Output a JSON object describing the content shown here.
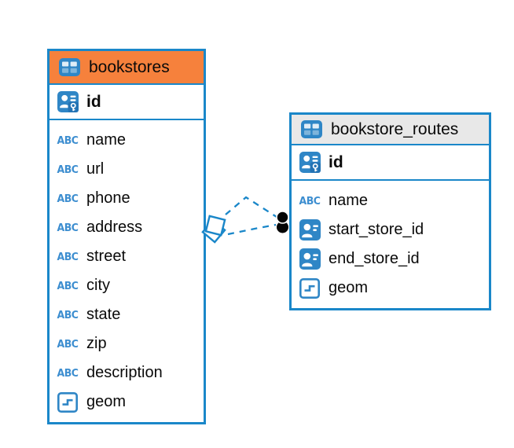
{
  "icons": {
    "abc_text": "ABC",
    "table_icon": "table-grid-icon",
    "pk_icon": "primary-key-icon",
    "fk_icon": "foreign-key-icon",
    "geometry_icon": "geometry-icon"
  },
  "colors": {
    "accent_blue": "#1a87c9",
    "icon_fill_blue": "#2f86c6",
    "abc_blue": "#3d8ed0",
    "header_orange": "#f6813c",
    "header_gray": "#e8e8e8",
    "connector_dot_black": "#050505",
    "text_black": "#0a0a0a"
  },
  "tables": [
    {
      "title": "bookstores",
      "header_style": "orange",
      "columns": [
        {
          "label": "id",
          "icon": "primary-key-icon"
        },
        {
          "label": "name",
          "icon": "abc-text-icon"
        },
        {
          "label": "url",
          "icon": "abc-text-icon"
        },
        {
          "label": "phone",
          "icon": "abc-text-icon"
        },
        {
          "label": "address",
          "icon": "abc-text-icon"
        },
        {
          "label": "street",
          "icon": "abc-text-icon"
        },
        {
          "label": "city",
          "icon": "abc-text-icon"
        },
        {
          "label": "state",
          "icon": "abc-text-icon"
        },
        {
          "label": "zip",
          "icon": "abc-text-icon"
        },
        {
          "label": "description",
          "icon": "abc-text-icon"
        },
        {
          "label": "geom",
          "icon": "geometry-icon"
        }
      ]
    },
    {
      "title": "bookstore_routes",
      "header_style": "gray",
      "columns": [
        {
          "label": "id",
          "icon": "primary-key-icon"
        },
        {
          "label": "name",
          "icon": "abc-text-icon"
        },
        {
          "label": "start_store_id",
          "icon": "foreign-key-icon"
        },
        {
          "label": "end_store_id",
          "icon": "foreign-key-icon"
        },
        {
          "label": "geom",
          "icon": "geometry-icon"
        }
      ]
    }
  ],
  "relationships": [
    {
      "from_table": "bookstore_routes",
      "to_table": "bookstores",
      "line_style": "dashed",
      "count_note": "two overlapping links"
    }
  ]
}
